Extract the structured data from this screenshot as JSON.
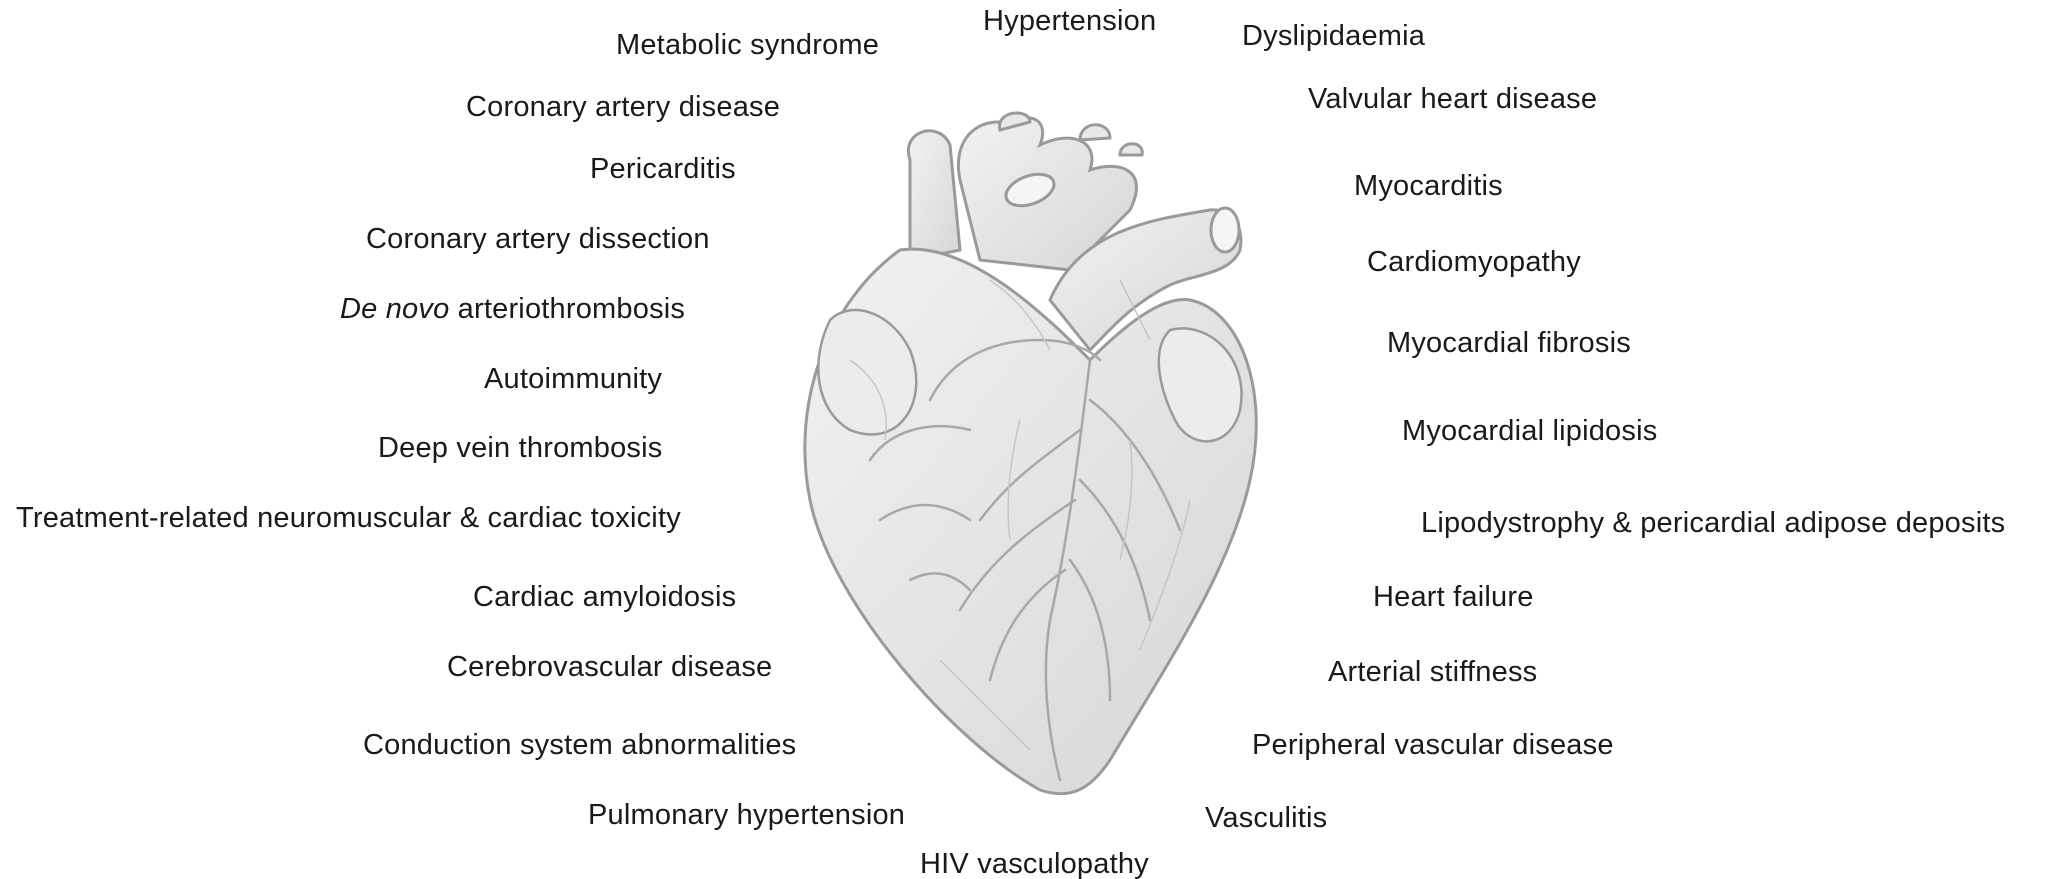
{
  "labels": {
    "hypertension": "Hypertension",
    "dyslipidaemia": "Dyslipidaemia",
    "metabolic_syndrome": "Metabolic syndrome",
    "valvular_heart_disease": "Valvular heart disease",
    "coronary_artery_disease": "Coronary artery disease",
    "pericarditis": "Pericarditis",
    "myocarditis": "Myocarditis",
    "coronary_artery_dissection": "Coronary artery dissection",
    "cardiomyopathy": "Cardiomyopathy",
    "de_novo_italic": "De novo",
    "de_novo_rest": " arteriothrombosis",
    "myocardial_fibrosis": "Myocardial fibrosis",
    "autoimmunity": "Autoimmunity",
    "myocardial_lipidosis": "Myocardial lipidosis",
    "deep_vein_thrombosis": "Deep vein thrombosis",
    "treatment_toxicity": "Treatment-related neuromuscular & cardiac toxicity",
    "lipodystrophy": "Lipodystrophy & pericardial adipose deposits",
    "cardiac_amyloidosis": "Cardiac amyloidosis",
    "heart_failure": "Heart failure",
    "cerebrovascular_disease": "Cerebrovascular disease",
    "arterial_stiffness": "Arterial stiffness",
    "conduction_abnormalities": "Conduction system abnormalities",
    "peripheral_vascular_disease": "Peripheral vascular disease",
    "pulmonary_hypertension": "Pulmonary hypertension",
    "vasculitis": "Vasculitis",
    "hiv_vasculopathy": "HIV vasculopathy"
  },
  "heart": {
    "icon": "anatomical-heart-illustration",
    "stroke_color": "#9a9a9a",
    "fill_color": "#e6e6e6"
  }
}
